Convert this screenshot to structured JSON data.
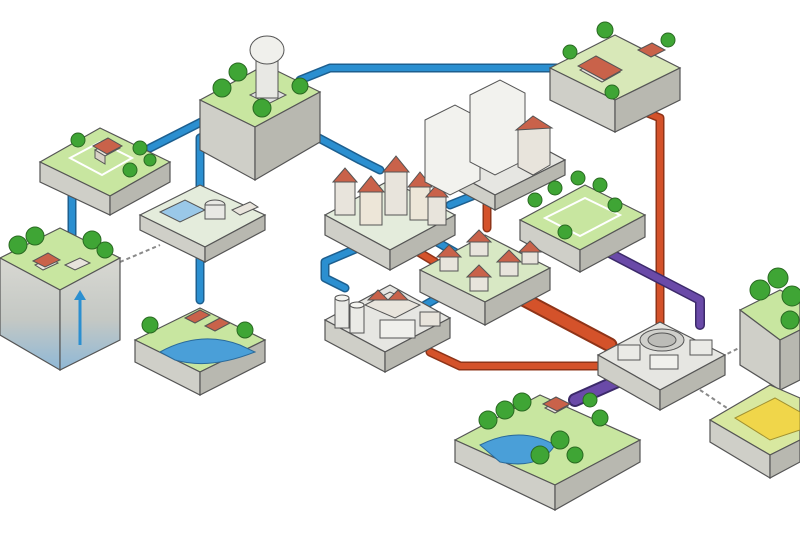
{
  "diagram": {
    "colors": {
      "clean_water": "#2b8fd0",
      "wastewater": "#d4522a",
      "storm_water": "#6a4aa8",
      "grass": "#c8e6a0",
      "tree": "#3fa535",
      "tile_side": "#cfcfc8",
      "building": "#e8e4dc",
      "roof": "#c9624a",
      "water_body": "#4a9fd8"
    },
    "tiles": [
      {
        "id": "water-tower",
        "icon": "water-tower-icon"
      },
      {
        "id": "house-garden",
        "icon": "house-icon"
      },
      {
        "id": "groundwater-well",
        "icon": "well-icon"
      },
      {
        "id": "water-treatment-plant",
        "icon": "treatment-plant-icon"
      },
      {
        "id": "river-intake",
        "icon": "river-icon"
      },
      {
        "id": "old-town",
        "icon": "town-icon"
      },
      {
        "id": "apartment-blocks",
        "icon": "apartment-icon"
      },
      {
        "id": "farmhouse",
        "icon": "farm-icon"
      },
      {
        "id": "sports-field",
        "icon": "field-icon"
      },
      {
        "id": "residential-houses",
        "icon": "houses-icon"
      },
      {
        "id": "industry",
        "icon": "factory-icon"
      },
      {
        "id": "wastewater-treatment-plant",
        "icon": "sewage-plant-icon"
      },
      {
        "id": "lake-forest",
        "icon": "lake-icon"
      },
      {
        "id": "forest-edge",
        "icon": "forest-icon"
      },
      {
        "id": "agricultural-field",
        "icon": "crop-field-icon"
      }
    ]
  }
}
